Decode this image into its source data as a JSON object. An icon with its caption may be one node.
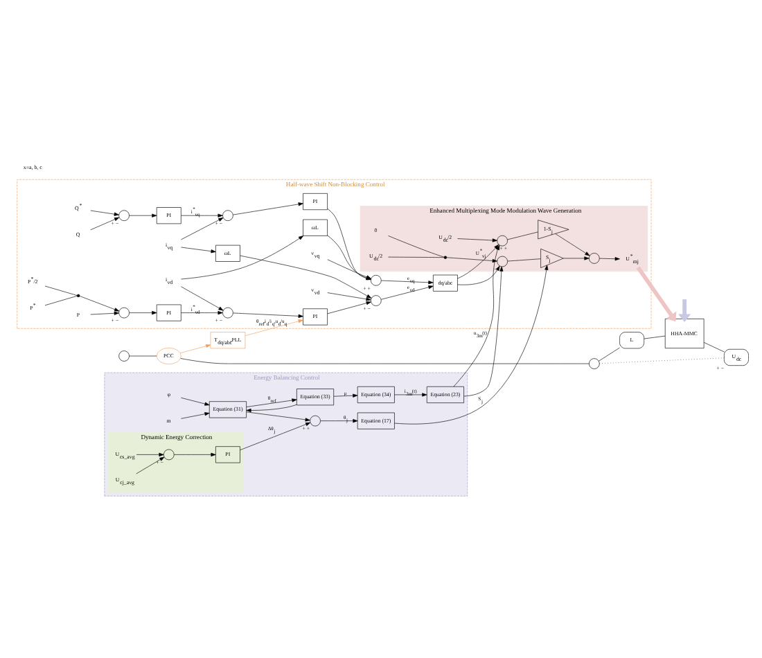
{
  "diagram": {
    "nodes": [
      {
        "text": [
          "Half-wave Shift Non-Blocking Control"
        ]
      },
      {
        "text": [
          "Energy Balancing Control"
        ]
      },
      {
        "text": [
          "Enhanced Multiplexing Mode Modulation Wave Generation"
        ],
        "in": 0
      },
      {
        "text": [
          "Dynamic Energy Correction"
        ],
        "in": 1
      },
      {
        "text": [],
        "shape": "circle"
      },
      {
        "text": [
          "PCC"
        ]
      },
      {
        "text": [],
        "shape": "circle"
      },
      {
        "text": [
          "L"
        ]
      },
      {
        "text": [
          "HHA-MMC"
        ]
      },
      {
        "text": [
          "U$_{dc}$"
        ],
        "beside": [
          "+",
          "−"
        ]
      },
      {
        "text": [
          "T$_{dq/abc}$,PLL"
        ]
      },
      {
        "text": [
          "P$^{*}$/2"
        ],
        "in": 0
      },
      {
        "text": [
          "P$^{*}$"
        ],
        "in": 0
      },
      {
        "text": [],
        "shape": "switch",
        "in": 0
      },
      {
        "text": [],
        "shape": "circle",
        "in": 0,
        "beside": [
          "+",
          "−"
        ]
      },
      {
        "text": [
          "P"
        ],
        "in": 0
      },
      {
        "text": [
          "PI"
        ],
        "in": 0
      },
      {
        "text": [],
        "shape": "circle",
        "in": 0,
        "beside": [
          "+",
          "−"
        ]
      },
      {
        "text": [
          "PI"
        ],
        "in": 0
      },
      {
        "text": [
          "i$_{vd}$"
        ],
        "in": 0
      },
      {
        "text": [
          "ωL"
        ],
        "in": 0
      },
      {
        "text": [
          "i$_{vq}$"
        ],
        "in": 0
      },
      {
        "text": [
          "ωL"
        ],
        "in": 0
      },
      {
        "text": [
          "Q$^{*}$"
        ],
        "in": 0
      },
      {
        "text": [
          "Q"
        ],
        "in": 0
      },
      {
        "text": [],
        "shape": "circle",
        "in": 0,
        "beside": [
          "+",
          "−"
        ]
      },
      {
        "text": [
          "PI"
        ],
        "in": 0
      },
      {
        "text": [],
        "shape": "circle",
        "in": 0,
        "beside": [
          "+",
          "−"
        ]
      },
      {
        "text": [
          "PI"
        ],
        "in": 0
      },
      {
        "text": [],
        "shape": "circle",
        "in": 0,
        "beside": [
          "+",
          "−"
        ]
      },
      {
        "text": [
          "v$_{vd}$"
        ],
        "in": 0
      },
      {
        "text": [],
        "shape": "circle",
        "in": 0,
        "beside": [
          "+",
          "+"
        ]
      },
      {
        "text": [
          "v$_{vq}$"
        ],
        "in": 0
      },
      {
        "text": [
          "dq/abc"
        ],
        "in": 0
      },
      {
        "text": [
          "U$_{dc}$/2"
        ],
        "in": 2
      },
      {
        "text": [],
        "shape": "circle",
        "in": 2,
        "beside": [
          "+",
          "+",
          "+"
        ]
      },
      {
        "text": [],
        "shape": "circle",
        "in": 2,
        "beside": [
          "−"
        ]
      },
      {
        "text": [
          "1-S$_{j}$"
        ],
        "in": 2
      },
      {
        "text": [
          "S$_{j}$"
        ],
        "in": 2
      },
      {
        "text": [],
        "shape": "circle",
        "in": 2
      },
      {
        "text": [
          "U$^{*}$$_{mj}$"
        ],
        "in": 2
      },
      {
        "text": [
          "0"
        ],
        "in": 2
      },
      {
        "text": [
          "U$_{dc}$/2"
        ],
        "in": 2
      },
      {
        "text": [],
        "shape": "switch",
        "in": 2
      },
      {
        "text": [
          "m"
        ],
        "in": 1
      },
      {
        "text": [
          "φ"
        ],
        "in": 1
      },
      {
        "text": [
          "Equation (31)"
        ],
        "in": 1
      },
      {
        "text": [
          "Equation (33)"
        ],
        "in": 1
      },
      {
        "text": [
          "Equation (34)"
        ],
        "in": 1
      },
      {
        "text": [
          "Equation (23)"
        ],
        "in": 1
      },
      {
        "text": [
          "Equation (17)"
        ],
        "in": 1
      },
      {
        "text": [
          "U$_{cs_avg}$"
        ],
        "in": 3
      },
      {
        "text": [
          "U$_{cj_avg}$"
        ],
        "in": 3
      },
      {
        "text": [],
        "shape": "circle",
        "in": 3,
        "beside": [
          "+",
          "−"
        ]
      },
      {
        "text": [
          "PI"
        ],
        "in": 3
      },
      {
        "text": [],
        "shape": "circle",
        "in": 1,
        "beside": [
          "+",
          "+"
        ]
      }
    ],
    "edges": [
      {
        "from": 4,
        "to": 5,
        "arrow": "none"
      },
      {
        "from": 5,
        "to": 6,
        "arrow": "none"
      },
      {
        "from": 6,
        "to": 7,
        "arrow": "none"
      },
      {
        "from": 7,
        "to": 8,
        "arrow": "none"
      },
      {
        "from": 8,
        "to": 9,
        "arrow": "none"
      },
      {
        "from": 6,
        "to": 9,
        "arrow": "none",
        "style": "dashed"
      },
      {
        "from": 5,
        "to": 10,
        "arrow": "to",
        "color": "#f0a060"
      },
      {
        "from": 10,
        "to": 18,
        "arrow": "to",
        "label": "θ$_{ref}$,i$_{d}$/i$_{q}$,u$_{d}$/u$_{q}$",
        "color": "#f0a060"
      },
      {
        "from": 11,
        "to": 13,
        "arrow": "none"
      },
      {
        "from": 12,
        "to": 13,
        "arrow": "none"
      },
      {
        "from": 13,
        "to": 14,
        "arrow": "to"
      },
      {
        "from": 15,
        "to": 14,
        "arrow": "to"
      },
      {
        "from": 14,
        "to": 16,
        "arrow": "to"
      },
      {
        "from": 16,
        "to": 17,
        "arrow": "to",
        "label": "i$^{*}$$_{vd}$"
      },
      {
        "from": 19,
        "to": 17,
        "arrow": "to"
      },
      {
        "from": 17,
        "to": 18,
        "arrow": "to"
      },
      {
        "from": 19,
        "to": 20,
        "arrow": "to"
      },
      {
        "from": 21,
        "to": 22,
        "arrow": "to"
      },
      {
        "from": 21,
        "to": 27,
        "arrow": "to"
      },
      {
        "from": 23,
        "to": 25,
        "arrow": "to"
      },
      {
        "from": 24,
        "to": 25,
        "arrow": "to"
      },
      {
        "from": 25,
        "to": 26,
        "arrow": "to"
      },
      {
        "from": 26,
        "to": 27,
        "arrow": "to",
        "label": "i$^{*}$$_{vq}$"
      },
      {
        "from": 27,
        "to": 28,
        "arrow": "to"
      },
      {
        "from": 18,
        "to": 29,
        "arrow": "to"
      },
      {
        "from": 30,
        "to": 29,
        "arrow": "to"
      },
      {
        "from": 22,
        "to": 29,
        "arrow": "to"
      },
      {
        "from": 20,
        "to": 31,
        "arrow": "to"
      },
      {
        "from": 28,
        "to": 31,
        "arrow": "to"
      },
      {
        "from": 32,
        "to": 31,
        "arrow": "to"
      },
      {
        "from": 29,
        "to": 33,
        "arrow": "to",
        "label": "e$_{vd}$"
      },
      {
        "from": 31,
        "to": 33,
        "arrow": "to",
        "label": "e$_{vq}$"
      },
      {
        "from": 33,
        "to": 35,
        "arrow": "to",
        "label": "U$^{*}$$_{vj}$"
      },
      {
        "from": 33,
        "to": 36,
        "arrow": "to"
      },
      {
        "from": 34,
        "to": 35,
        "arrow": "to"
      },
      {
        "from": 35,
        "to": 37,
        "arrow": "none"
      },
      {
        "from": 36,
        "to": 38,
        "arrow": "none"
      },
      {
        "from": 37,
        "to": 39,
        "arrow": "to"
      },
      {
        "from": 38,
        "to": 39,
        "arrow": "to"
      },
      {
        "from": 39,
        "to": 40,
        "arrow": "to"
      },
      {
        "from": 41,
        "to": 43,
        "arrow": "none"
      },
      {
        "from": 42,
        "to": 43,
        "arrow": "none"
      },
      {
        "from": 43,
        "to": 36,
        "arrow": "to"
      },
      {
        "from": 40,
        "to": 8,
        "arrow": "to",
        "style": "thick",
        "color": "#eec4c4"
      },
      {
        "from": null,
        "to": 8,
        "arrow": "to",
        "style": "thick",
        "color": "#c8c8e4"
      },
      {
        "from": 44,
        "to": 46,
        "arrow": "to"
      },
      {
        "from": 45,
        "to": 46,
        "arrow": "to"
      },
      {
        "from": 47,
        "to": 46,
        "arrow": "to"
      },
      {
        "from": 46,
        "to": 47,
        "arrow": "to",
        "label": "θ$_{ref}$"
      },
      {
        "from": 46,
        "to": 55,
        "arrow": "to"
      },
      {
        "from": 47,
        "to": 48,
        "arrow": "to",
        "label": "μ"
      },
      {
        "from": 48,
        "to": 49,
        "arrow": "to",
        "label": "i$_{3m}$(t)"
      },
      {
        "from": 49,
        "to": 35,
        "arrow": "to",
        "label": "u$_{3m}$(t)"
      },
      {
        "from": 49,
        "to": 36,
        "arrow": "to"
      },
      {
        "from": 51,
        "to": 53,
        "arrow": "to"
      },
      {
        "from": 52,
        "to": 53,
        "arrow": "to"
      },
      {
        "from": 53,
        "to": 54,
        "arrow": "to"
      },
      {
        "from": 54,
        "to": 55,
        "arrow": "to",
        "label": "Δθ$_{j}$"
      },
      {
        "from": 55,
        "to": 50,
        "arrow": "to",
        "label": "θ$_{j}$"
      },
      {
        "from": 50,
        "to": 38,
        "arrow": "to",
        "label": "S$_{j}$"
      }
    ],
    "labels": [
      "x=a, b, c"
    ]
  }
}
